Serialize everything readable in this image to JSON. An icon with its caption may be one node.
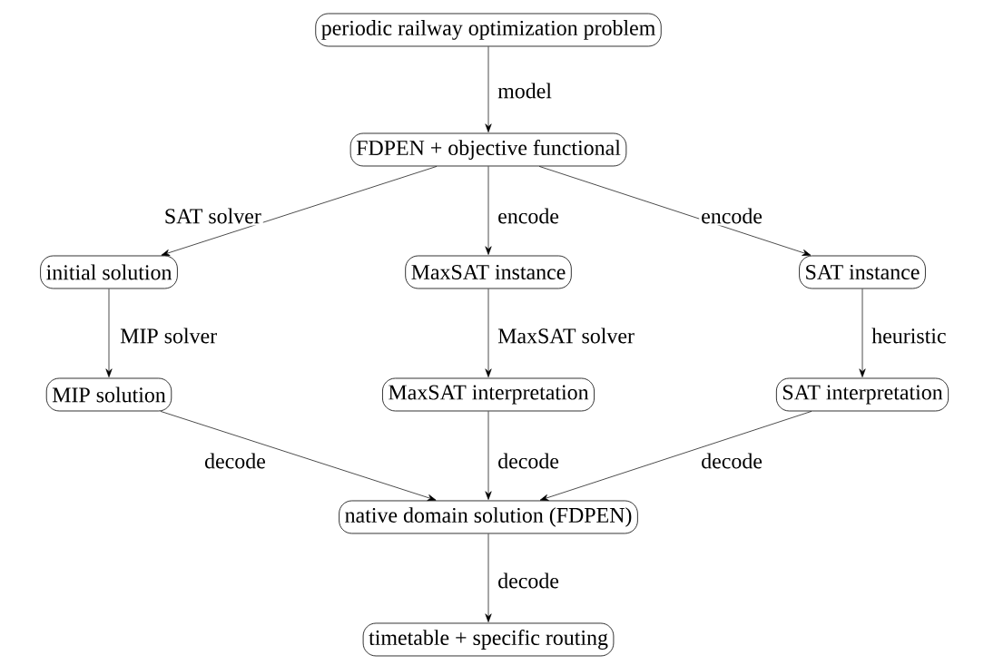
{
  "diagram": {
    "nodes": [
      {
        "text": [
          "periodic railway optimization problem"
        ]
      },
      {
        "text": [
          "FDPEN + objective functional"
        ]
      },
      {
        "text": [
          "initial solution"
        ]
      },
      {
        "text": [
          "MaxSAT instance"
        ]
      },
      {
        "text": [
          "SAT instance"
        ]
      },
      {
        "text": [
          "MIP solution"
        ]
      },
      {
        "text": [
          "MaxSAT interpretation"
        ]
      },
      {
        "text": [
          "SAT interpretation"
        ]
      },
      {
        "text": [
          "native domain solution (FDPEN)"
        ]
      },
      {
        "text": [
          "timetable + specific routing"
        ]
      }
    ],
    "edges": [
      {
        "from": 0,
        "to": 1,
        "arrow": "to",
        "label": "model"
      },
      {
        "from": 1,
        "to": 2,
        "arrow": "to",
        "label": "SAT solver"
      },
      {
        "from": 1,
        "to": 3,
        "arrow": "to",
        "label": "encode"
      },
      {
        "from": 1,
        "to": 4,
        "arrow": "to",
        "label": "encode"
      },
      {
        "from": 2,
        "to": 5,
        "arrow": "to",
        "label": "MIP solver"
      },
      {
        "from": 3,
        "to": 6,
        "arrow": "to",
        "label": "MaxSAT solver"
      },
      {
        "from": 4,
        "to": 7,
        "arrow": "to",
        "label": "heuristic"
      },
      {
        "from": 5,
        "to": 8,
        "arrow": "to",
        "label": "decode"
      },
      {
        "from": 6,
        "to": 8,
        "arrow": "to",
        "label": "decode"
      },
      {
        "from": 7,
        "to": 8,
        "arrow": "to",
        "label": "decode"
      },
      {
        "from": 8,
        "to": 9,
        "arrow": "to",
        "label": "decode"
      }
    ]
  }
}
